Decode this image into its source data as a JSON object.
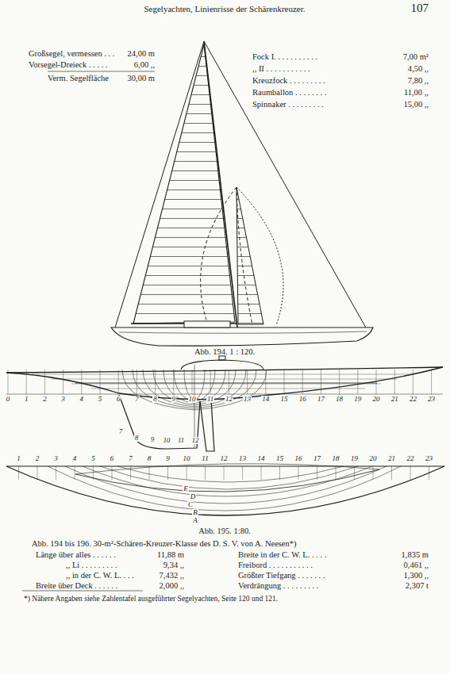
{
  "diagram": {
    "title": "Segelyachten, Linienrisse der Schärenkreuzer.",
    "caption": "Abb. 194 bis 196. 30-m²-Schären-Kreuzer-Klasse des D. S. V. von A. Neesen*)",
    "labels": [
      "107",
      "Großsegel, vermessen . . .",
      "24,00 m",
      "Vorsegel-Dreieck . . . . .",
      "6,00 ,,",
      "Verm. Segelfläche",
      "30,00 m",
      "Fock I. . . . . . . . . . .",
      "7,00 m²",
      ",, II . . . . . . . . . . .",
      "4,50 ,,",
      "Kreuzfock . . . . . . . . .",
      "7,80 ,,",
      "Raumballon . . . . . . . .",
      "11,00 ,,",
      "Spinnaker . . . . . . . . .",
      "15,00 ,,",
      "Abb. 194. 1 : 120.",
      "Abb. 195. 1:80.",
      "Länge über alles . . . . . .",
      "11,88 m",
      ",, Li . . . . . . . . .",
      "9,34 ,,",
      ",, in der C. W. L. . . .",
      "7,432 ,,",
      "Breite über Deck . . . . . .",
      "2,000 ,,",
      "Breite in der C. W. L. . . . .",
      "1,835 m",
      "Freibord . . . . . . . . . . .",
      "0,461 ,,",
      "Größter Tiefgang . . . . . . .",
      "1,300 ,,",
      "Verdrängung . . . . . . . . .",
      "2,307 t",
      "*) Nähere Angaben siehe Zahlentafel ausgeführter Segelyachten, Seite 120 und 121.",
      "0",
      "1",
      "2",
      "3",
      "4",
      "5",
      "6",
      "7",
      "8",
      "9",
      "10",
      "11",
      "12",
      "13",
      "14",
      "15",
      "16",
      "17",
      "18",
      "19",
      "20",
      "21",
      "22",
      "23",
      "1",
      "2",
      "3",
      "4",
      "5",
      "6",
      "7",
      "8",
      "9",
      "10",
      "11",
      "12",
      "13",
      "14",
      "15",
      "16",
      "17",
      "18",
      "19",
      "20",
      "21",
      "22",
      "23",
      "E",
      "D",
      "C",
      "B",
      "A",
      "7",
      "8",
      "9",
      "10",
      "11",
      "12"
    ]
  }
}
